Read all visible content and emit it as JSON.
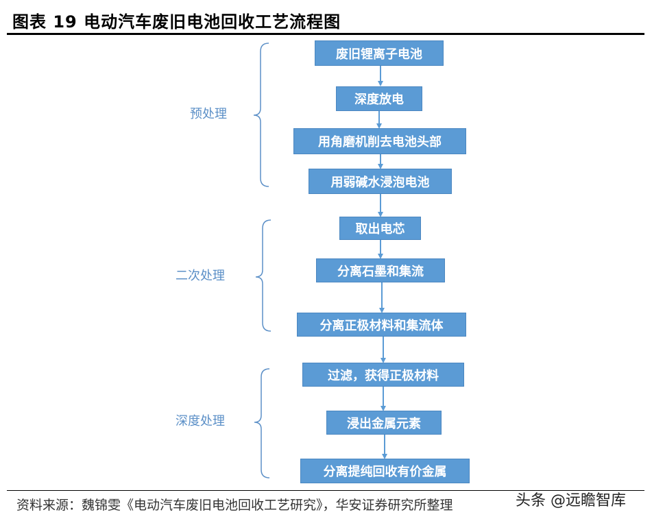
{
  "title": "图表 19  电动汽车废旧电池回收工艺流程图",
  "stages": [
    {
      "label": "预处理"
    },
    {
      "label": "二次处理"
    },
    {
      "label": "深度处理"
    }
  ],
  "steps": [
    {
      "label": "废旧锂离子电池"
    },
    {
      "label": "深度放电"
    },
    {
      "label": "用角磨机削去电池头部"
    },
    {
      "label": "用弱碱水浸泡电池"
    },
    {
      "label": "取出电芯"
    },
    {
      "label": "分离石墨和集流"
    },
    {
      "label": "分离正极材料和集流体"
    },
    {
      "label": "过滤，获得正极材料"
    },
    {
      "label": "浸出金属元素"
    },
    {
      "label": "分离提纯回收有价金属"
    }
  ],
  "source": "资料来源：魏锦雯《电动汽车废旧电池回收工艺研究》，华安证券研究所整理",
  "watermark": "头条 @远瞻智库",
  "colors": {
    "box_fill": "#5b9bd5",
    "box_text": "#ffffff",
    "stage_text": "#5b8fc7",
    "bracket": "#5b8fc7",
    "arrow": "#5b9bd5"
  }
}
